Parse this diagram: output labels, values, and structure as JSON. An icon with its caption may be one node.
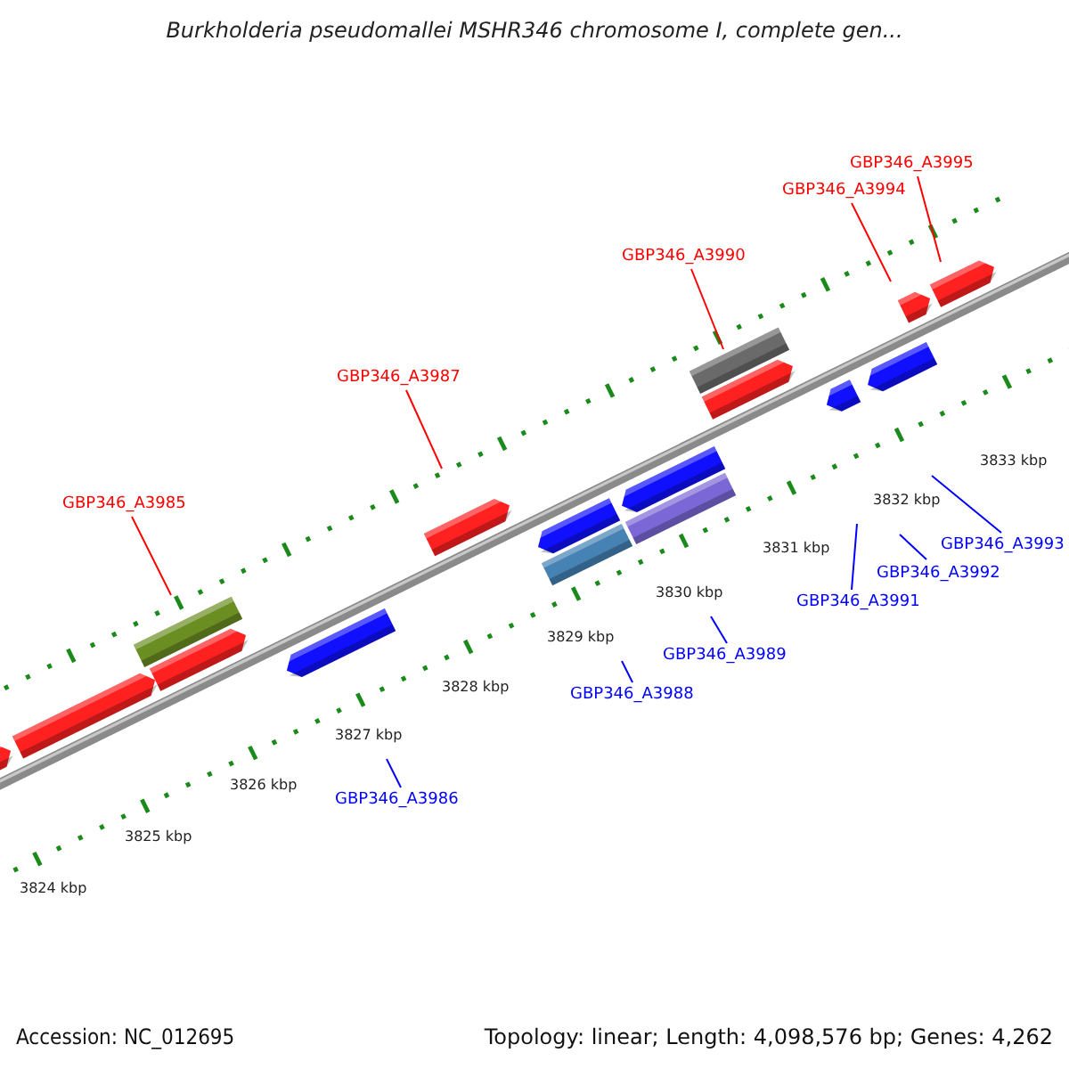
{
  "diagram": {
    "title": "Burkholderia pseudomallei MSHR346 chromosome I, complete gen...",
    "nodes": [
      {
        "text": [
          "GBP346_A3995"
        ]
      },
      {
        "text": [
          "GBP346_A3994"
        ]
      },
      {
        "text": [
          "GBP346_A3990"
        ]
      },
      {
        "text": [
          "GBP346_A3987"
        ]
      },
      {
        "text": [
          "GBP346_A3985"
        ]
      },
      {
        "text": [
          "GBP346_A3993"
        ]
      },
      {
        "text": [
          "GBP346_A3992"
        ]
      },
      {
        "text": [
          "GBP346_A3991"
        ]
      },
      {
        "text": [
          "GBP346_A3989"
        ]
      },
      {
        "text": [
          "GBP346_A3988"
        ]
      },
      {
        "text": [
          "GBP346_A3986"
        ]
      }
    ],
    "edges": [
      {
        "from": 0,
        "to": null,
        "arrow": "none",
        "color": "#ff0000"
      },
      {
        "from": 1,
        "to": null,
        "arrow": "none",
        "color": "#ff0000"
      },
      {
        "from": 2,
        "to": null,
        "arrow": "none",
        "color": "#ff0000"
      },
      {
        "from": 3,
        "to": null,
        "arrow": "none",
        "color": "#ff0000"
      },
      {
        "from": 4,
        "to": null,
        "arrow": "none",
        "color": "#ff0000"
      },
      {
        "from": 5,
        "to": null,
        "arrow": "none"
      },
      {
        "from": 6,
        "to": null,
        "arrow": "none"
      },
      {
        "from": 7,
        "to": null,
        "arrow": "none"
      },
      {
        "from": 8,
        "to": null,
        "arrow": "none"
      },
      {
        "from": 9,
        "to": null,
        "arrow": "none"
      },
      {
        "from": 10,
        "to": null,
        "arrow": "none"
      }
    ],
    "labels": [
      "3833 kbp",
      "3832 kbp",
      "3831 kbp",
      "3830 kbp",
      "3829 kbp",
      "3828 kbp",
      "3827 kbp",
      "3826 kbp",
      "3825 kbp",
      "3824 kbp",
      "Accession: NC_012695",
      "Topology: linear; Length: 4,098,576 bp; Genes: 4,262"
    ]
  }
}
